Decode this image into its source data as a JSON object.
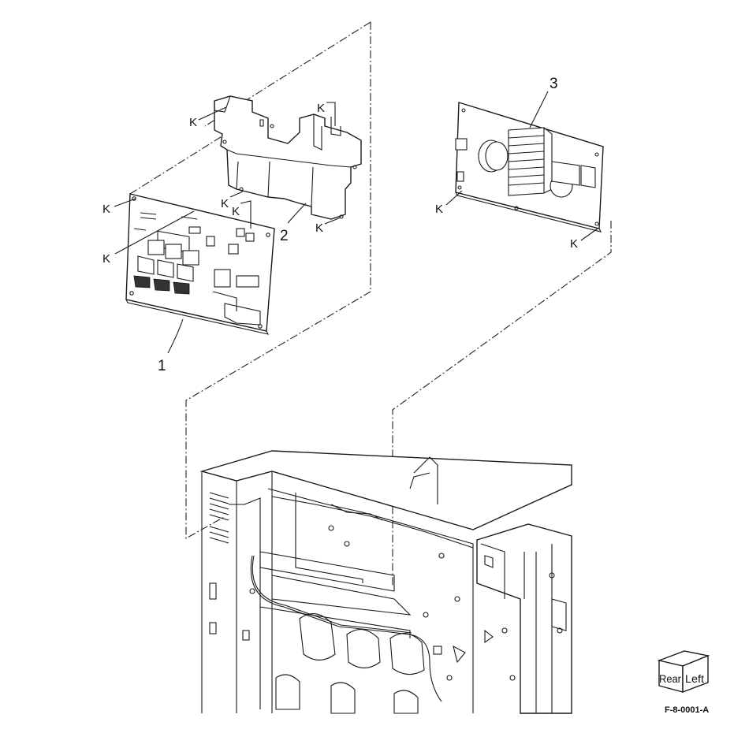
{
  "diagram": {
    "callouts": {
      "pwba": "1",
      "bracket": "2",
      "psu": "3"
    },
    "screw_label": "K",
    "figure_id": "F-8-0001-A",
    "orientation": {
      "rear": "Rear",
      "left": "Left"
    }
  }
}
